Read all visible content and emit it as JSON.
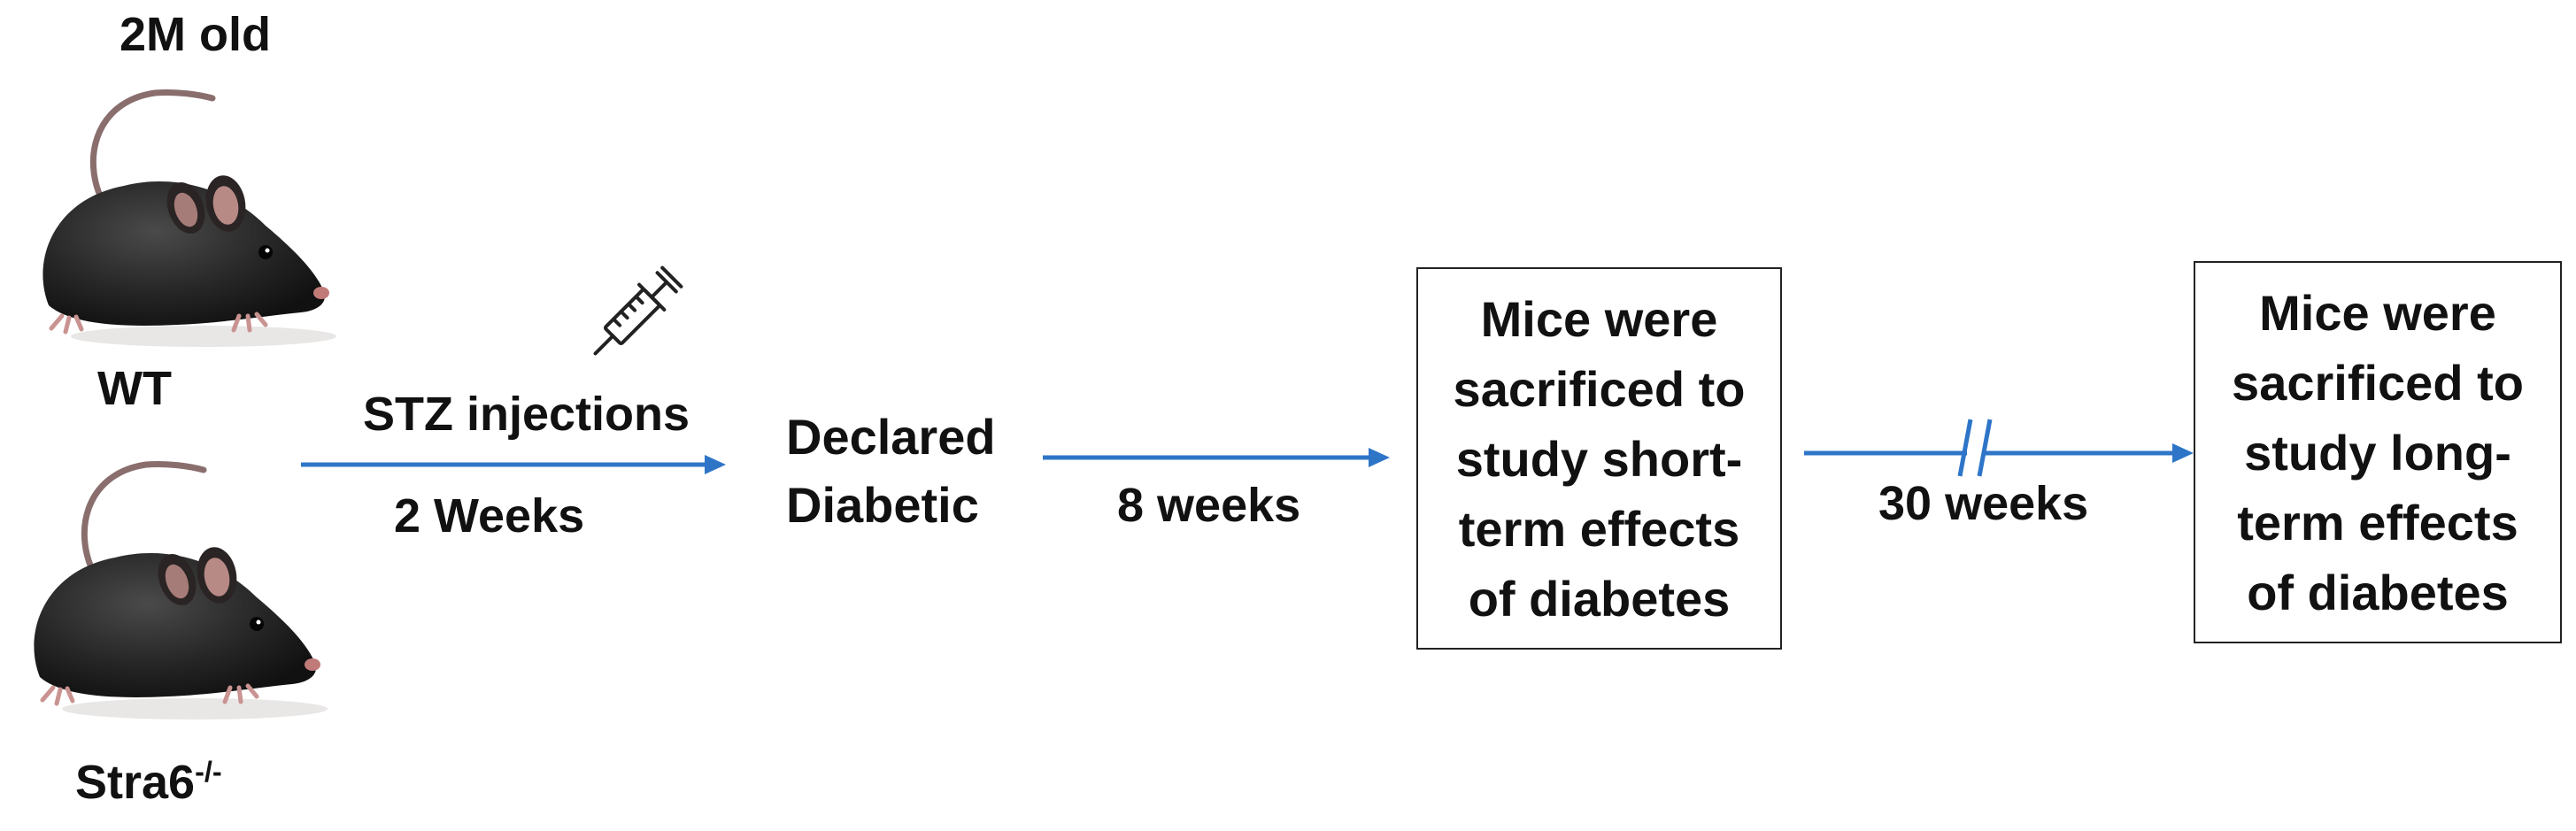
{
  "title": "2M old",
  "mice": {
    "wt_label": "WT",
    "ko_label": "Stra6",
    "ko_superscript": "-/-"
  },
  "steps": {
    "injection_label": "STZ injections",
    "injection_duration": "2 Weeks",
    "declared_line1": "Declared",
    "declared_line2": "Diabetic",
    "short_duration": "8 weeks",
    "long_duration": "30 weeks"
  },
  "boxes": {
    "short_term": {
      "lines": [
        "Mice were",
        "sacrificed to",
        "study short-",
        "term effects",
        "of diabetes"
      ]
    },
    "long_term": {
      "lines": [
        "Mice were",
        "sacrificed to",
        "study long-",
        "term effects",
        "of diabetes"
      ]
    }
  },
  "colors": {
    "arrow": "#2E75C8",
    "text": "#111111",
    "box_border": "#222222"
  },
  "icons": {
    "mouse": "mouse-icon",
    "syringe": "syringe-icon"
  }
}
